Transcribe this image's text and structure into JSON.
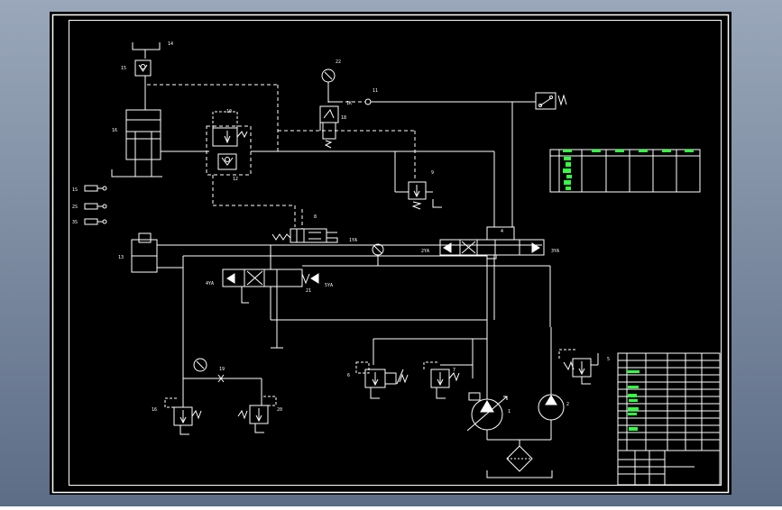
{
  "colors": {
    "workspace_top": "#9aa7ba",
    "workspace_bottom": "#5d6d86",
    "sheet": "#000000",
    "line": "#ffffff",
    "highlight": "#33ff44"
  },
  "components": {
    "cylinder_top": "14",
    "check_top": "15",
    "main_cylinder": "16",
    "relief_upper": "10",
    "check_lower": "12",
    "gauge_top": "22",
    "pressure_switch": "18",
    "orifice_node": "11",
    "relief_right": "9",
    "valve_mid": "8",
    "valve_right": "4",
    "left_cylinder": "13",
    "left_valve": "21",
    "gauge_bottom": "19",
    "relief_bl": "16",
    "relief_br": "20",
    "relief_mid": "6",
    "relief_mid2": "7",
    "pump_main": "1",
    "pump_right": "2",
    "relief_far_right": "5",
    "sensor_1": "1S",
    "sensor_2": "2S",
    "sensor_3": "3S"
  },
  "tags": {
    "valve_mid_left": "1YA",
    "valve_right_left": "2YA",
    "valve_right_right": "3YA",
    "left_valve_left": "4YA",
    "left_valve_right": "5YA",
    "pressure_switch": "1K"
  }
}
